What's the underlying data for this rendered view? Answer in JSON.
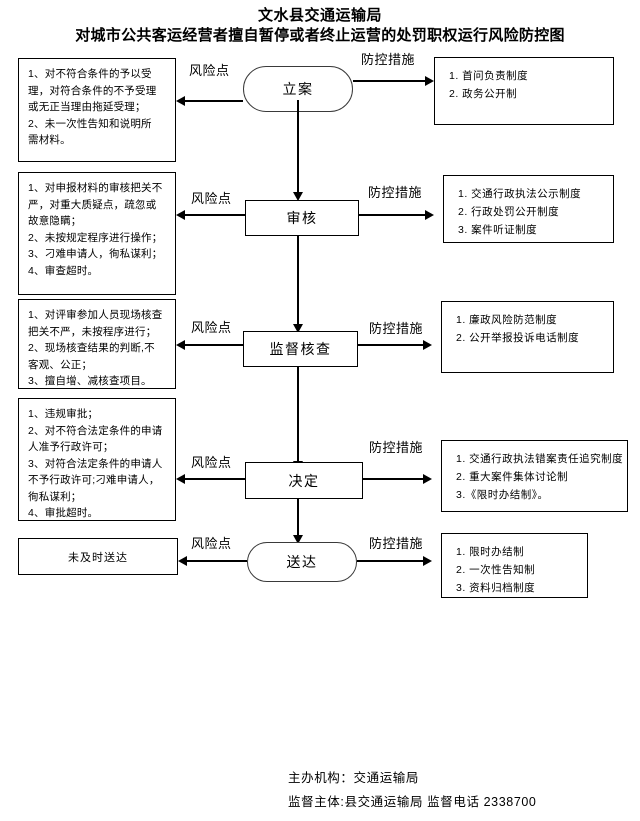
{
  "header": {
    "org_title": "文水县交通运输局",
    "doc_title": "对城市公共客运经营者擅自暂停或者终止运营的处罚职权运行风险防控图"
  },
  "labels": {
    "risk_point": "风险点",
    "control_measure": "防控措施"
  },
  "rows": [
    {
      "node": "立案",
      "node_shape": "rounded",
      "risk_label": "风险点",
      "measure_label": "防控措施",
      "risks": [
        "1、对不符合条件的予以受",
        "理，对符合条件的不予受理",
        "或无正当理由拖延受理；",
        "2、未一次性告知和说明所",
        "需材料。"
      ],
      "measures": [
        "1. 首问负责制度",
        "2. 政务公开制"
      ]
    },
    {
      "node": "审核",
      "node_shape": "rect",
      "risk_label": "风险点",
      "measure_label": "防控措施",
      "risks": [
        "1、对申报材料的审核把关不",
        "严，对重大质疑点，疏忽或",
        "故意隐瞒；",
        "2、未按规定程序进行操作；",
        "3、刁难申请人，徇私谋利；",
        "4、审查超时。"
      ],
      "measures": [
        "1. 交通行政执法公示制度",
        "2. 行政处罚公开制度",
        "3. 案件听证制度"
      ]
    },
    {
      "node": "监督核查",
      "node_shape": "rect",
      "risk_label": "风险点",
      "measure_label": "防控措施",
      "risks": [
        "1、对评审参加人员现场核查",
        "把关不严，未按程序进行；",
        "2、现场核查结果的判断,不",
        "客观、公正；",
        "3、擅自增、减核查项目。"
      ],
      "measures": [
        "1. 廉政风险防范制度",
        "2. 公开举报投诉电话制度"
      ]
    },
    {
      "node": "决定",
      "node_shape": "rect",
      "risk_label": "风险点",
      "measure_label": "防控措施",
      "risks": [
        "1、违规审批；",
        "2、对不符合法定条件的申请",
        "人准予行政许可；",
        "3、对符合法定条件的申请人",
        "不予行政许可;刁难申请人，",
        "徇私谋利；",
        "4、审批超时。"
      ],
      "measures": [
        "1. 交通行政执法错案责任追究制度",
        "2. 重大案件集体讨论制",
        "3.《限时办结制》。"
      ]
    },
    {
      "node": "送达",
      "node_shape": "rounded",
      "risk_label": "风险点",
      "measure_label": "防控措施",
      "risks": [
        "未及时送达"
      ],
      "measures": [
        "1. 限时办结制",
        "2. 一次性告知制",
        "3. 资料归档制度"
      ]
    }
  ],
  "footer": {
    "line1": "主办机构：交通运输局",
    "line2": "监督主体:县交通运输局   监督电话  2338700"
  }
}
